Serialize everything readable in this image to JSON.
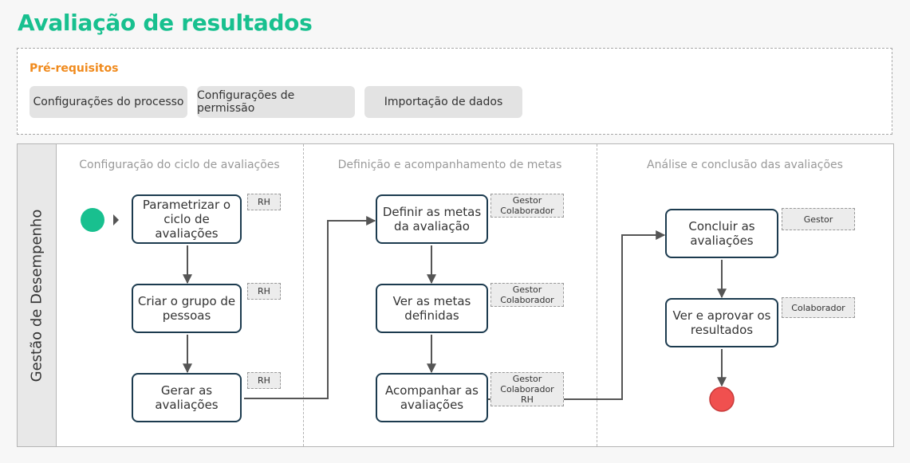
{
  "title": "Avaliação de resultados",
  "prerequisites": {
    "title": "Pré-requisitos",
    "items": [
      "Configurações do processo",
      "Configurações de permissão",
      "Importação de dados"
    ]
  },
  "lane": {
    "label": "Gestão de Desempenho",
    "phases": [
      "Configuração do ciclo de avaliações",
      "Definição e acompanhamento de metas",
      "Análise e conclusão das avaliações"
    ]
  },
  "tasks": [
    {
      "label": "Parametrizar o ciclo de avaliações",
      "role": "RH"
    },
    {
      "label": "Criar o grupo de pessoas",
      "role": "RH"
    },
    {
      "label": "Gerar as avaliações",
      "role": "RH"
    },
    {
      "label": "Definir as metas da avaliação",
      "role": "Gestor\nColaborador"
    },
    {
      "label": "Ver as metas definidas",
      "role": "Gestor\nColaborador"
    },
    {
      "label": "Acompanhar as avaliações",
      "role": "Gestor\nColaborador\nRH"
    },
    {
      "label": "Concluir as avaliações",
      "role": "Gestor"
    },
    {
      "label": "Ver e aprovar os resultados",
      "role": "Colaborador"
    }
  ],
  "colors": {
    "title": "#18c08f",
    "prerequisites_title": "#f08a1c",
    "start_event": "#18c08f",
    "end_event": "#f0504f",
    "task_border": "#1c3b4f",
    "connector": "#555555"
  }
}
